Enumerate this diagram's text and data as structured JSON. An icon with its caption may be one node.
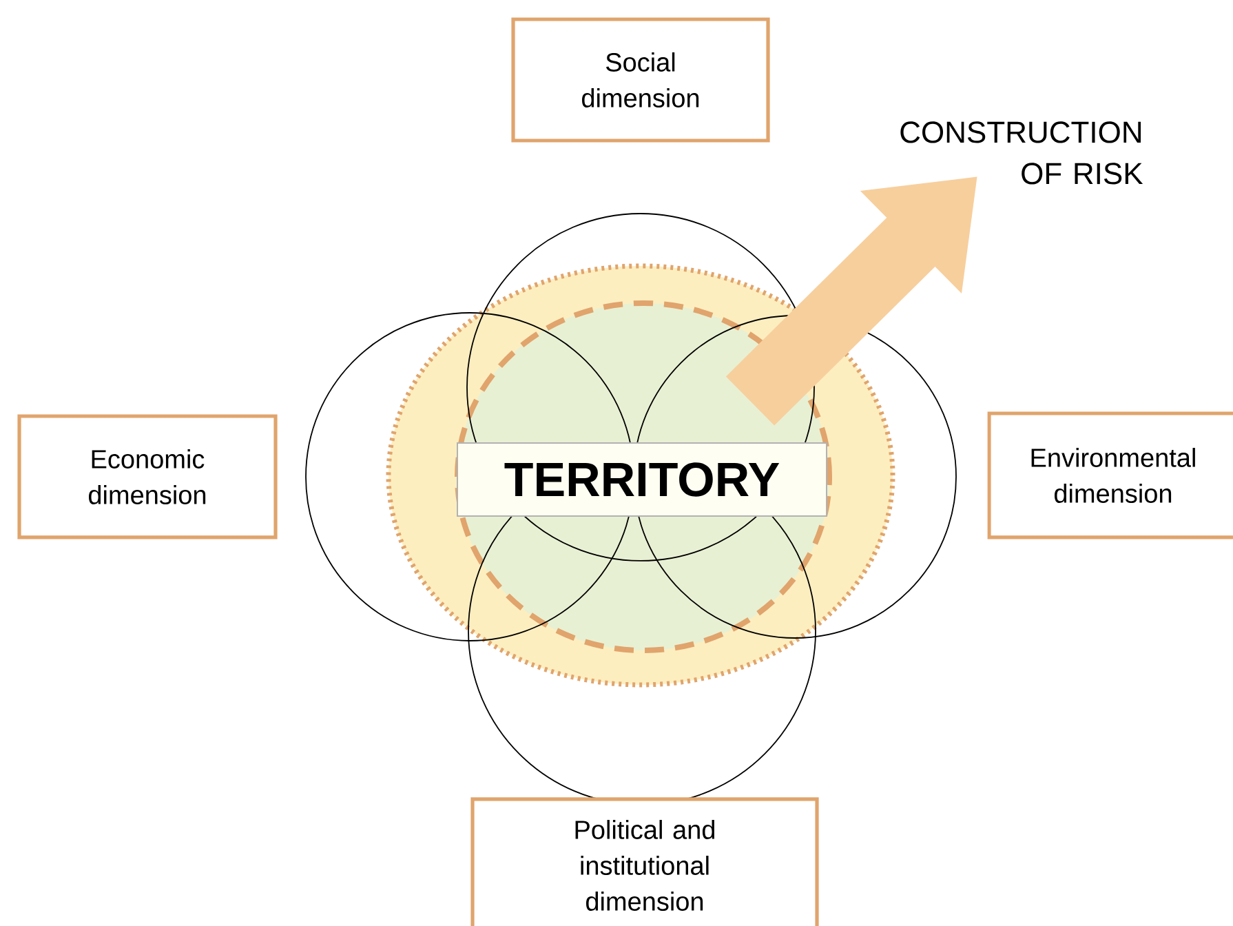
{
  "diagram": {
    "nodes": [
      {
        "text": [
          "Social dimension"
        ]
      },
      {
        "text": [
          "Economic dimension"
        ]
      },
      {
        "text": [
          "Environmental dimension"
        ]
      },
      {
        "text": [
          "Political and institutional dimension"
        ]
      },
      {
        "text": [
          "TERRITORY"
        ]
      },
      {
        "text": [
          "CONSTRUCTION OF RISK"
        ]
      }
    ],
    "edges": [
      {
        "from": 4,
        "to": 5,
        "arrow": "to"
      }
    ]
  }
}
